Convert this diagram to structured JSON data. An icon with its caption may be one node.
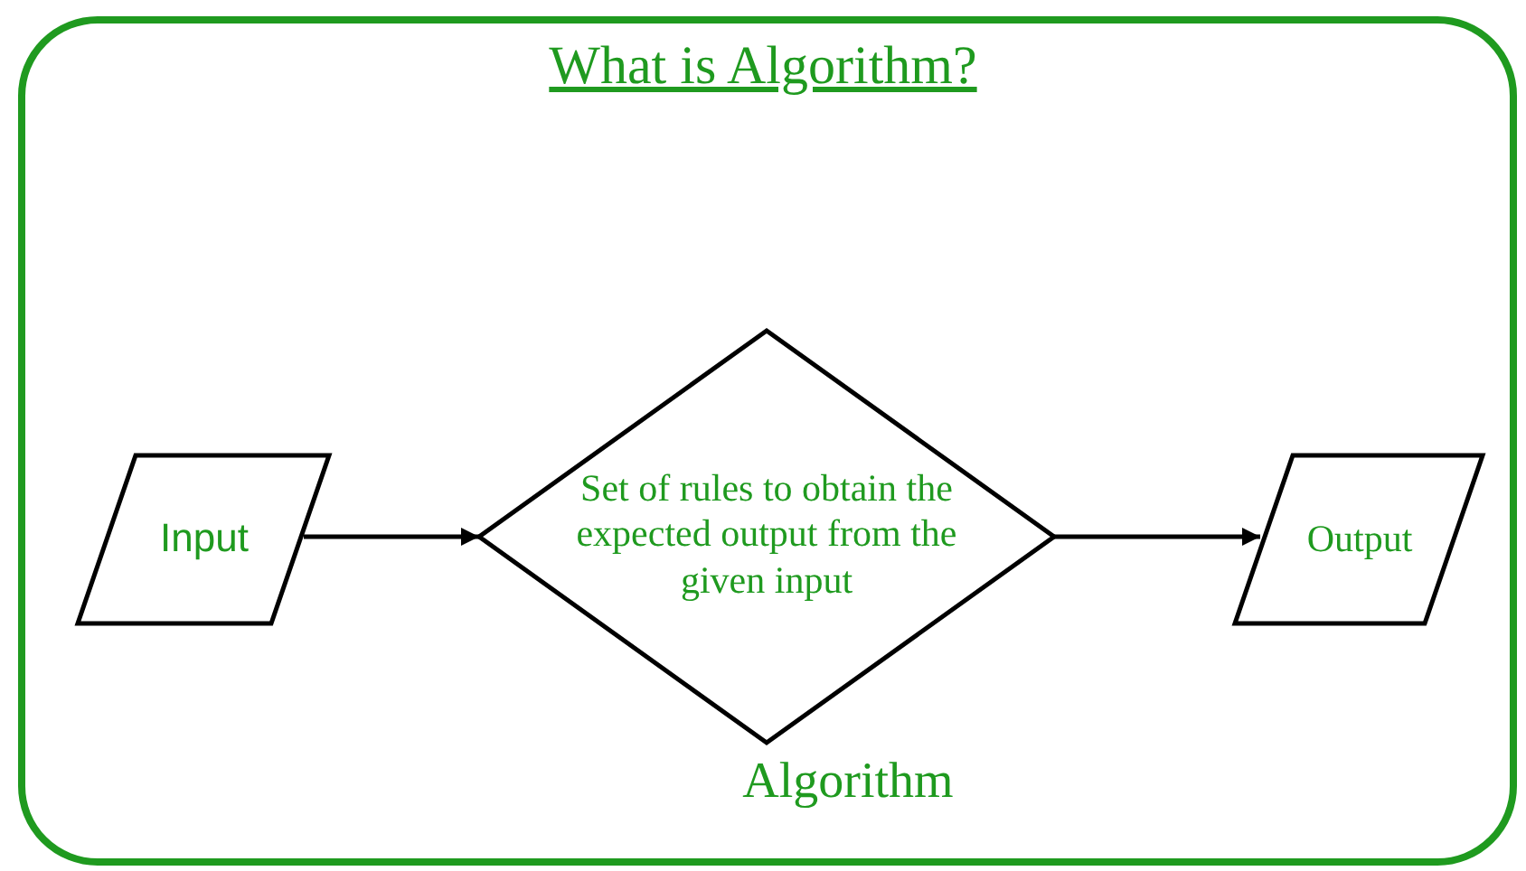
{
  "diagram": {
    "title": "What is Algorithm?",
    "nodes": [
      {
        "text": [
          "Input"
        ]
      },
      {
        "text": [
          "Set of rules to obtain the expected output from the given input"
        ],
        "beside": [
          "Algorithm"
        ]
      },
      {
        "text": [
          "Output"
        ]
      }
    ],
    "edges": [
      {
        "from": 0,
        "to": 1,
        "arrow": "to"
      },
      {
        "from": 1,
        "to": 2,
        "arrow": "to"
      }
    ]
  }
}
